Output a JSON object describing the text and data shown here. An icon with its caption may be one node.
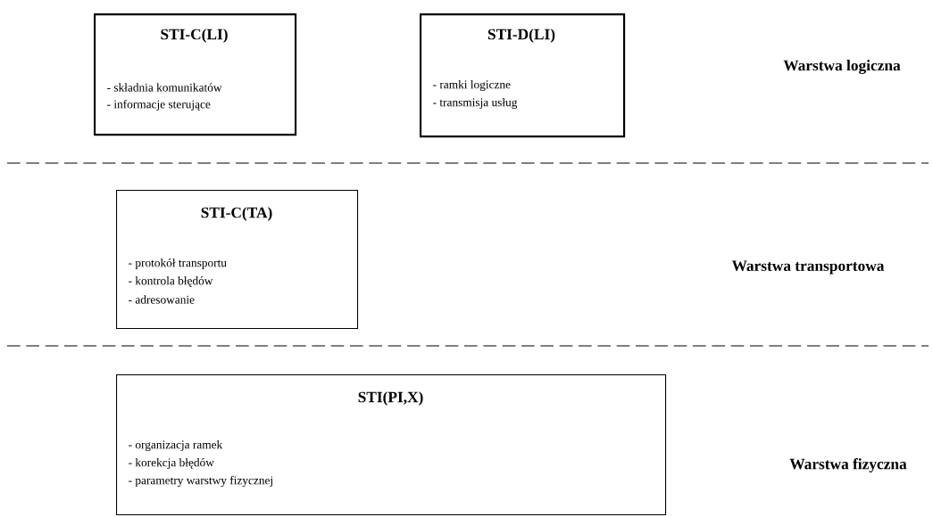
{
  "diagram": {
    "nodes": [
      {
        "text": [
          "STI-C(LI)",
          "- składnia komunikatów",
          "- informacje sterujące"
        ]
      },
      {
        "text": [
          "STI-D(LI)",
          "- ramki logiczne",
          "- transmisja usług"
        ]
      },
      {
        "text": [
          "STI-C(TA)",
          "- protokół transportu",
          "- kontrola błędów",
          "- adresowanie"
        ]
      },
      {
        "text": [
          "STI(PI,X)",
          "- organizacja ramek",
          "- korekcja błędów",
          "- parametry warstwy fizycznej"
        ]
      }
    ],
    "labels": [
      "Warstwa logiczna",
      "Warstwa transportowa",
      "Warstwa fizyczna"
    ]
  }
}
